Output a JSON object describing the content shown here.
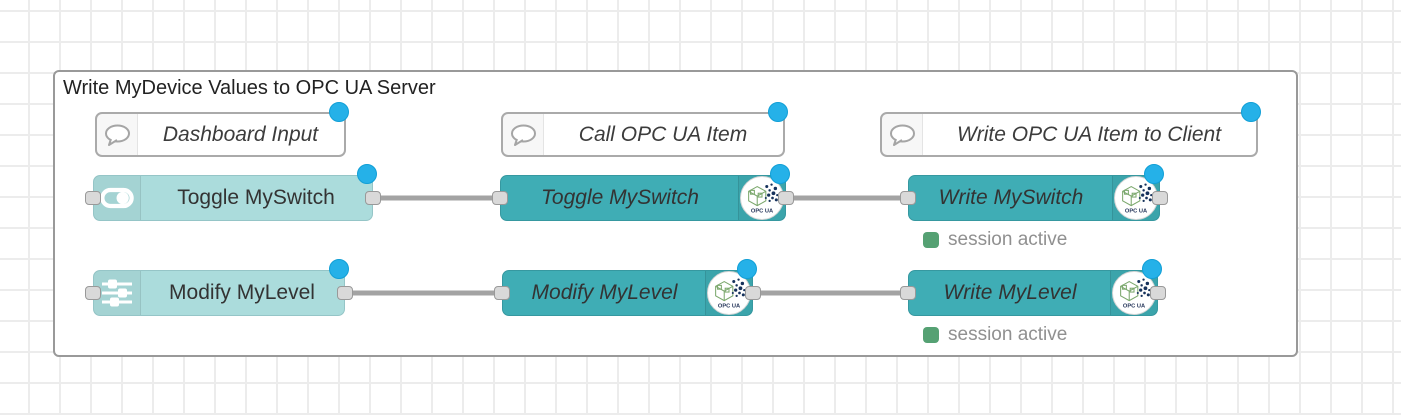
{
  "group": {
    "title": "Write MyDevice Values to OPC UA Server"
  },
  "comments": {
    "dashboard_input": {
      "label": "Dashboard Input"
    },
    "call_opcua_item": {
      "label": "Call OPC UA Item"
    },
    "write_opcua_item": {
      "label": "Write OPC UA Item to Client"
    }
  },
  "nodes": {
    "toggle_switch_ui": {
      "label": "Toggle MySwitch"
    },
    "toggle_switch_opcua": {
      "label": "Toggle MySwitch"
    },
    "write_myswitch": {
      "label": "Write MySwitch",
      "status": "session active"
    },
    "modify_level_ui": {
      "label": "Modify MyLevel"
    },
    "modify_level_opcua": {
      "label": "Modify MyLevel"
    },
    "write_mylevel": {
      "label": "Write MyLevel",
      "status": "session active"
    }
  },
  "opcua_badge": "OPC UA",
  "colors": {
    "ui_node": "#abdcdc",
    "opcua_node": "#3fadb5",
    "changed_indicator": "#25b1e8",
    "status_ok": "#55a173",
    "wire": "#a3a3a3",
    "group_border": "#999999"
  }
}
